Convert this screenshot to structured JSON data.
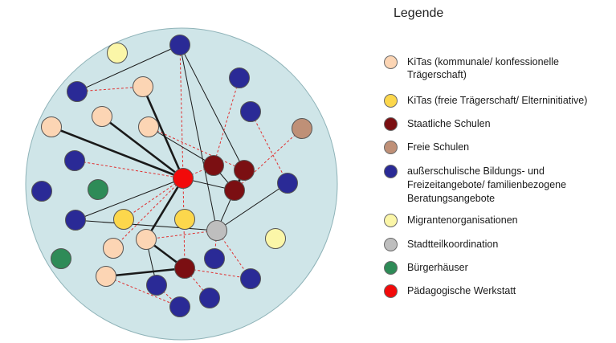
{
  "legend": {
    "title": "Legende",
    "items": [
      {
        "key": "kitas_kommunal",
        "label": "KiTas (kommunale/ konfessionelle Trägerschaft)",
        "color": "#fcd5b4"
      },
      {
        "key": "kitas_frei",
        "label": "KiTas (freie Trägerschaft/ Elterninitiative)",
        "color": "#fcd74c"
      },
      {
        "key": "staatliche_schulen",
        "label": "Staatliche Schulen",
        "color": "#7b0f12"
      },
      {
        "key": "freie_schulen",
        "label": "Freie Schulen",
        "color": "#bf9077"
      },
      {
        "key": "ausserschulisch",
        "label": "außerschulische Bildungs- und Freizeitangebote/ familienbezogene Beratungsangebote",
        "color": "#2a2a96"
      },
      {
        "key": "migranten",
        "label": "Migrantenorganisationen",
        "color": "#fbf6a8"
      },
      {
        "key": "stadtteil",
        "label": "Stadtteilkoordination",
        "color": "#bebebe"
      },
      {
        "key": "buergerhaeuser",
        "label": "Bürgerhäuser",
        "color": "#2e8b57"
      },
      {
        "key": "werkstatt",
        "label": "Pädagogische Werkstatt",
        "color": "#f20a0a"
      }
    ]
  },
  "diagram": {
    "background_color": "#cfe5e8",
    "edge_colors": {
      "solid": "#1a1a1a",
      "dashed": "#e03030"
    },
    "nodes": [
      {
        "id": "mig1",
        "type": "migranten"
      },
      {
        "id": "b_top",
        "type": "ausserschulisch"
      },
      {
        "id": "b_tl",
        "type": "ausserschulisch"
      },
      {
        "id": "k_a",
        "type": "kitas_kommunal"
      },
      {
        "id": "b_tr",
        "type": "ausserschulisch"
      },
      {
        "id": "k_b",
        "type": "kitas_kommunal"
      },
      {
        "id": "b_r2",
        "type": "ausserschulisch"
      },
      {
        "id": "fs",
        "type": "freie_schulen"
      },
      {
        "id": "k_c",
        "type": "kitas_kommunal"
      },
      {
        "id": "k_d",
        "type": "kitas_kommunal"
      },
      {
        "id": "b_ml",
        "type": "ausserschulisch"
      },
      {
        "id": "s1",
        "type": "staatliche_schulen"
      },
      {
        "id": "s2",
        "type": "staatliche_schulen"
      },
      {
        "id": "s3",
        "type": "staatliche_schulen"
      },
      {
        "id": "pw",
        "type": "werkstatt"
      },
      {
        "id": "b_r3",
        "type": "ausserschulisch"
      },
      {
        "id": "b_l1",
        "type": "ausserschulisch"
      },
      {
        "id": "bh1",
        "type": "buergerhaeuser"
      },
      {
        "id": "b_l2",
        "type": "ausserschulisch"
      },
      {
        "id": "kf1",
        "type": "kitas_frei"
      },
      {
        "id": "kf2",
        "type": "kitas_frei"
      },
      {
        "id": "st",
        "type": "stadtteil"
      },
      {
        "id": "mig2",
        "type": "migranten"
      },
      {
        "id": "k_e",
        "type": "kitas_kommunal"
      },
      {
        "id": "k_f",
        "type": "kitas_kommunal"
      },
      {
        "id": "bh2",
        "type": "buergerhaeuser"
      },
      {
        "id": "b_m1",
        "type": "ausserschulisch"
      },
      {
        "id": "s4",
        "type": "staatliche_schulen"
      },
      {
        "id": "k_g",
        "type": "kitas_kommunal"
      },
      {
        "id": "b_b1",
        "type": "ausserschulisch"
      },
      {
        "id": "b_r4",
        "type": "ausserschulisch"
      },
      {
        "id": "b_b2",
        "type": "ausserschulisch"
      },
      {
        "id": "b_b3",
        "type": "ausserschulisch"
      }
    ],
    "edges": [
      {
        "from": "b_top",
        "to": "b_tl",
        "style": "solid"
      },
      {
        "from": "b_top",
        "to": "s2",
        "style": "solid"
      },
      {
        "from": "b_top",
        "to": "st",
        "style": "solid"
      },
      {
        "from": "b_top",
        "to": "pw",
        "style": "dashed"
      },
      {
        "from": "b_tl",
        "to": "k_a",
        "style": "dashed"
      },
      {
        "from": "k_a",
        "to": "pw",
        "style": "solid",
        "weight": "thick"
      },
      {
        "from": "k_b",
        "to": "pw",
        "style": "solid",
        "weight": "thick"
      },
      {
        "from": "k_c",
        "to": "pw",
        "style": "solid",
        "weight": "thick"
      },
      {
        "from": "k_d",
        "to": "s1",
        "style": "solid"
      },
      {
        "from": "k_d",
        "to": "s2",
        "style": "dashed"
      },
      {
        "from": "b_ml",
        "to": "pw",
        "style": "dashed"
      },
      {
        "from": "b_tr",
        "to": "s1",
        "style": "dashed"
      },
      {
        "from": "b_r2",
        "to": "b_r3",
        "style": "dashed"
      },
      {
        "from": "fs",
        "to": "s3",
        "style": "dashed"
      },
      {
        "from": "s1",
        "to": "s3",
        "style": "solid"
      },
      {
        "from": "s2",
        "to": "s3",
        "style": "solid",
        "weight": "thick"
      },
      {
        "from": "pw",
        "to": "s1",
        "style": "dashed"
      },
      {
        "from": "pw",
        "to": "s3",
        "style": "solid"
      },
      {
        "from": "pw",
        "to": "b_l2",
        "style": "solid"
      },
      {
        "from": "pw",
        "to": "k_f",
        "style": "solid",
        "weight": "thick"
      },
      {
        "from": "pw",
        "to": "k_e",
        "style": "dashed"
      },
      {
        "from": "pw",
        "to": "s4",
        "style": "dashed"
      },
      {
        "from": "pw",
        "to": "kf1",
        "style": "dashed"
      },
      {
        "from": "st",
        "to": "s3",
        "style": "solid"
      },
      {
        "from": "st",
        "to": "b_r3",
        "style": "solid"
      },
      {
        "from": "st",
        "to": "b_l2",
        "style": "solid"
      },
      {
        "from": "st",
        "to": "b_m1",
        "style": "dashed"
      },
      {
        "from": "st",
        "to": "b_r4",
        "style": "dashed"
      },
      {
        "from": "st",
        "to": "k_f",
        "style": "dashed"
      },
      {
        "from": "k_f",
        "to": "s4",
        "style": "solid",
        "weight": "thick"
      },
      {
        "from": "k_f",
        "to": "b_b1",
        "style": "solid"
      },
      {
        "from": "s4",
        "to": "k_g",
        "style": "solid",
        "weight": "thick"
      },
      {
        "from": "s4",
        "to": "b_b2",
        "style": "dashed"
      },
      {
        "from": "s4",
        "to": "b_r4",
        "style": "dashed"
      },
      {
        "from": "k_g",
        "to": "b_b3",
        "style": "dashed"
      },
      {
        "from": "b_b1",
        "to": "b_b3",
        "style": "dashed"
      }
    ]
  }
}
